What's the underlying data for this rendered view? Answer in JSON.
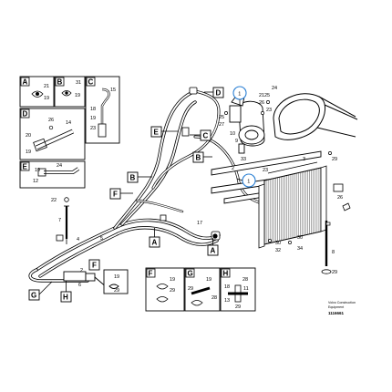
{
  "insets": [
    {
      "letter": "A",
      "parts": [
        "21",
        "19"
      ]
    },
    {
      "letter": "B",
      "parts": [
        "31",
        "19"
      ]
    },
    {
      "letter": "C",
      "parts": [
        "15",
        "18",
        "19",
        "23"
      ]
    },
    {
      "letter": "D",
      "parts": [
        "26",
        "14",
        "20",
        "19"
      ]
    },
    {
      "letter": "E",
      "parts": [
        "19",
        "24",
        "12"
      ]
    },
    {
      "letter": "F",
      "parts": [
        "19",
        "29"
      ]
    },
    {
      "letter": "G",
      "parts": [
        "19",
        "29",
        "28"
      ]
    },
    {
      "letter": "H",
      "parts": [
        "28",
        "18",
        "11",
        "13",
        "29"
      ]
    }
  ],
  "callouts": {
    "A1": "A",
    "A2": "A",
    "B1": "B",
    "B2": "B",
    "C": "C",
    "D": "D",
    "E": "E",
    "F": "F",
    "G": "G",
    "H": "H",
    "N1": "1",
    "N2": "1"
  },
  "parts": {
    "p25": "25",
    "p26": "26",
    "p21": "21",
    "p23": "23",
    "p24": "24",
    "p27": "27",
    "p10": "10",
    "p9": "9",
    "p33": "33",
    "p2": "2",
    "p29": "29",
    "p23b": "23",
    "p26b": "26",
    "p17": "17",
    "p22": "22",
    "p7": "7",
    "p4": "4",
    "p5": "5",
    "p30a": "30",
    "p30b": "30",
    "p34": "34",
    "p8": "8",
    "p32": "32",
    "p3": "3",
    "p6": "6",
    "p20": "20",
    "p16": "16",
    "p19": "19",
    "p29b": "29",
    "p29c": "29"
  },
  "corner": {
    "line1": "Volvo Construction",
    "line2": "Equipment",
    "id": "1116661"
  },
  "colors": {
    "ink": "#000000",
    "highlight": "#2a7fd4",
    "background": "#ffffff"
  }
}
